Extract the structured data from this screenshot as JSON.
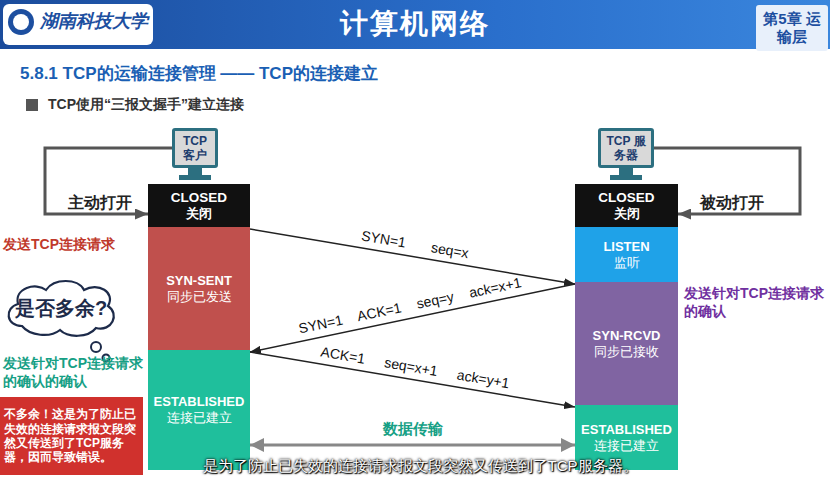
{
  "diagram": {
    "title": "计算机网络",
    "caption": "是为了防止已失效的连接请求报文段突然又传送到了TCP服务器。",
    "nodes": [
      {
        "text": [
          "第5章 运输层"
        ]
      },
      {
        "text": [
          "TCP 客户"
        ]
      },
      {
        "text": [
          "TCP 服务器"
        ]
      },
      {
        "text": [
          "CLOSED",
          "关闭"
        ]
      },
      {
        "text": [
          "CLOSED",
          "关闭"
        ]
      },
      {
        "text": [
          "SYN-SENT",
          "同步已发送"
        ]
      },
      {
        "text": [
          "LISTEN",
          "监听"
        ]
      },
      {
        "text": [
          "SYN-RCVD",
          "同步已接收"
        ]
      },
      {
        "text": [
          "ESTABLISHED",
          "连接已建立"
        ]
      },
      {
        "text": [
          "ESTABLISHED",
          "连接已建立"
        ]
      },
      {
        "text": [
          "是否多余?"
        ]
      },
      {
        "text": [
          "不多余！这是为了防止已失效的连接请求报文段突然又传送到了TCP服务器，因而导致错误。"
        ]
      }
    ],
    "edges": [
      {
        "from": 1,
        "to": 3,
        "label": "主动打开",
        "arrow": "to"
      },
      {
        "from": 2,
        "to": 4,
        "label": "被动打开",
        "arrow": "to"
      },
      {
        "from": 5,
        "to": 7,
        "label": "SYN=1 seq=x",
        "arrow": "to"
      },
      {
        "from": 7,
        "to": 8,
        "label": "SYN=1 ACK=1 seq=y ack=x+1",
        "arrow": "to"
      },
      {
        "from": 8,
        "to": 9,
        "label": "ACK=1 seq=x+1 ack=y+1",
        "arrow": "to"
      },
      {
        "from": 8,
        "to": 9,
        "label": "数据传输",
        "arrow": "both"
      }
    ],
    "labels": [
      "湖南科技大学",
      "5.8.1 TCP的运输连接管理 —— TCP的连接建立",
      "TCP使用“三报文握手”建立连接",
      "发送TCP连接请求",
      "发送针对TCP连接请求的确认的确认",
      "发送针对TCP连接请求的确认"
    ]
  }
}
